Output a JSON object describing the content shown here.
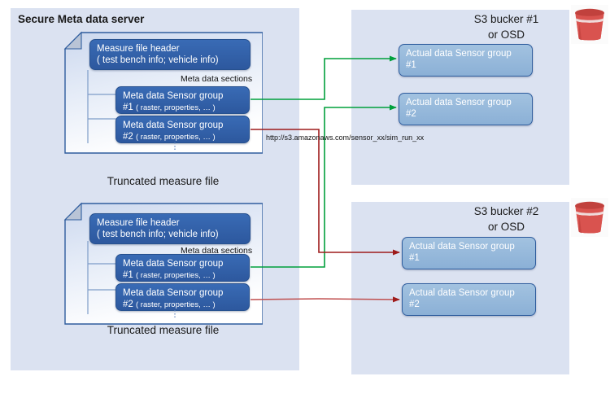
{
  "diagram": {
    "title_left_panel": "Secure Meta data server",
    "url_annotation": "http://s3.amazonaws.com/sensor_xx/sim_run_xx",
    "colors": {
      "panel_bg": "#dbe2f1",
      "dark_box": "#2d589e",
      "light_box": "#8bb0d6",
      "green_arrow": "#00a03c",
      "red_arrow": "#9e1b1b",
      "bucket_red": "#d9534f"
    }
  },
  "documents": [
    {
      "caption": "Truncated measure file",
      "header": {
        "line1": "Measure file header",
        "line2": "( test bench info; vehicle info)"
      },
      "sections_label": "Meta data sections",
      "groups": [
        {
          "line1": "Meta data Sensor group",
          "hash": "#1",
          "detail": "( raster, properties, … )"
        },
        {
          "line1": "Meta data Sensor group",
          "hash": "#2",
          "detail": "( raster, properties, … )"
        }
      ],
      "ellipsis": "⋮"
    },
    {
      "caption": "Truncated measure file",
      "header": {
        "line1": "Measure file header",
        "line2": "( test bench info; vehicle info)"
      },
      "sections_label": "Meta data sections",
      "groups": [
        {
          "line1": "Meta data Sensor group",
          "hash": "#1",
          "detail": "( raster, properties, … )"
        },
        {
          "line1": "Meta data Sensor group",
          "hash": "#2",
          "detail": "( raster, properties, … )"
        }
      ],
      "ellipsis": "⋮"
    }
  ],
  "buckets": [
    {
      "title_line1": "S3  bucker #1",
      "title_line2": "or OSD",
      "items": [
        {
          "line1": "Actual data Sensor group",
          "line2": "#1"
        },
        {
          "line1": "Actual data Sensor group",
          "line2": "#2"
        }
      ],
      "icon": "bucket-icon"
    },
    {
      "title_line1": "S3  bucker #2",
      "title_line2": "or OSD",
      "items": [
        {
          "line1": "Actual data Sensor group",
          "line2": "#1"
        },
        {
          "line1": "Actual data Sensor group",
          "line2": "#2"
        }
      ],
      "icon": "bucket-icon"
    }
  ]
}
